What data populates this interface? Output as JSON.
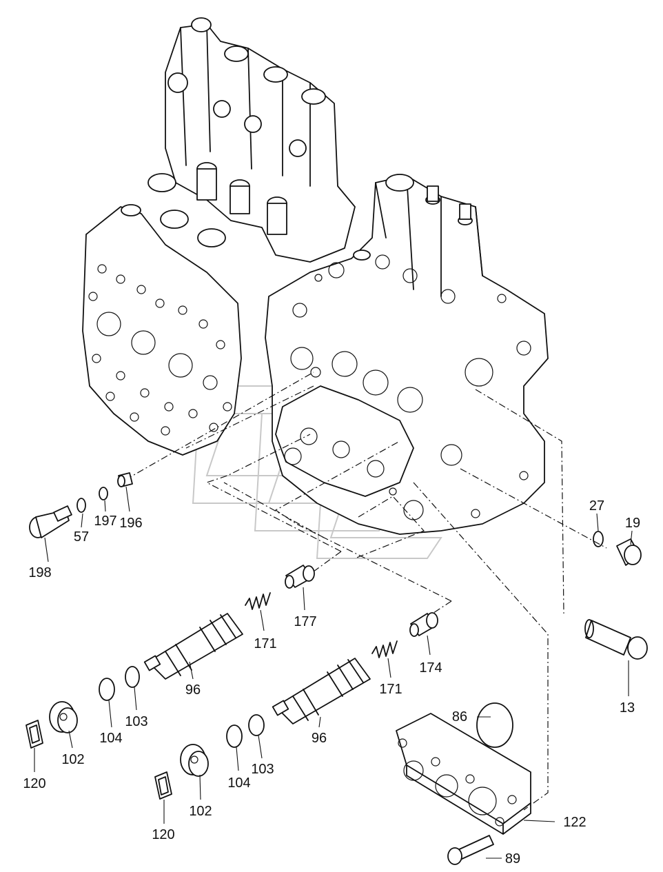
{
  "diagram": {
    "callouts": [
      {
        "id": "c198",
        "text": "198"
      },
      {
        "id": "c57",
        "text": "57"
      },
      {
        "id": "c197",
        "text": "197"
      },
      {
        "id": "c196",
        "text": "196"
      },
      {
        "id": "c27",
        "text": "27"
      },
      {
        "id": "c19",
        "text": "19"
      },
      {
        "id": "c177",
        "text": "177"
      },
      {
        "id": "c171a",
        "text": "171"
      },
      {
        "id": "c174",
        "text": "174"
      },
      {
        "id": "c171b",
        "text": "171"
      },
      {
        "id": "c13",
        "text": "13"
      },
      {
        "id": "c96a",
        "text": "96"
      },
      {
        "id": "c96b",
        "text": "96"
      },
      {
        "id": "c103a",
        "text": "103"
      },
      {
        "id": "c104a",
        "text": "104"
      },
      {
        "id": "c102a",
        "text": "102"
      },
      {
        "id": "c120a",
        "text": "120"
      },
      {
        "id": "c86",
        "text": "86"
      },
      {
        "id": "c103b",
        "text": "103"
      },
      {
        "id": "c104b",
        "text": "104"
      },
      {
        "id": "c102b",
        "text": "102"
      },
      {
        "id": "c120b",
        "text": "120"
      },
      {
        "id": "c122",
        "text": "122"
      },
      {
        "id": "c89",
        "text": "89"
      }
    ]
  }
}
